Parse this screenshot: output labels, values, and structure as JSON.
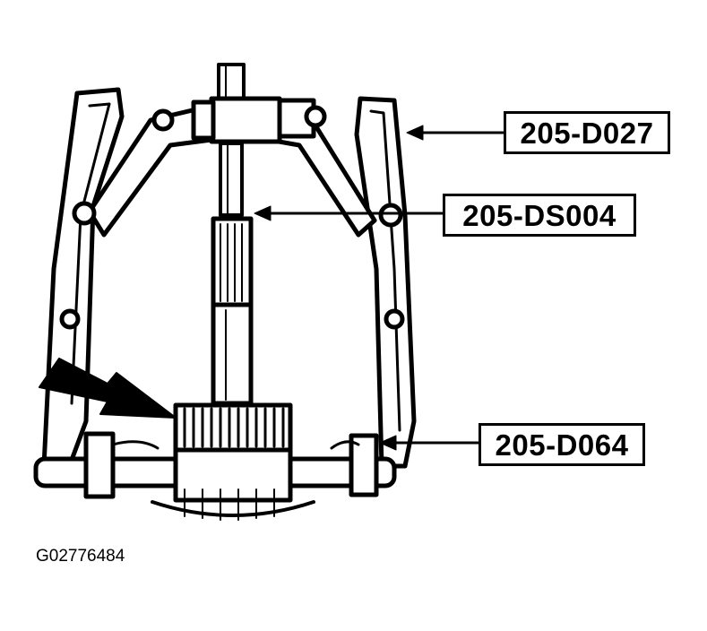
{
  "callouts": {
    "puller": "205-D027",
    "adapter": "205-DS004",
    "separator": "205-D064"
  },
  "figure_id": "G02776484",
  "colors": {
    "ink": "#000000",
    "paper": "#ffffff"
  }
}
